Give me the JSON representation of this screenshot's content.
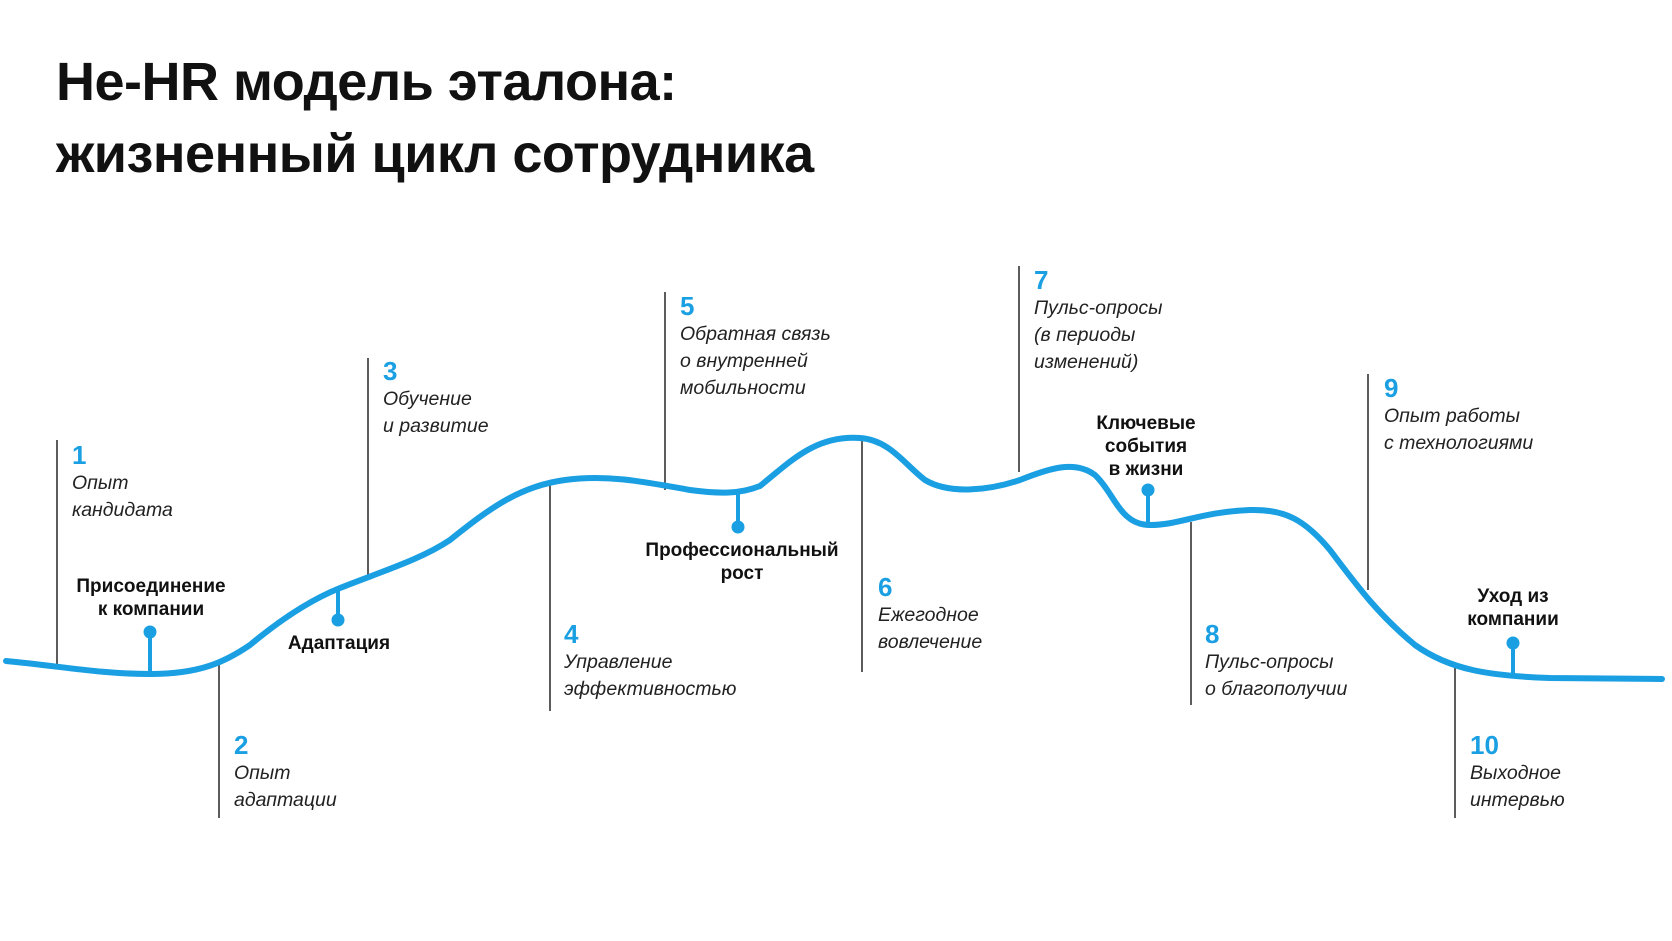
{
  "title": {
    "line1": "Не-HR модель эталона:",
    "line2": "жизненный цикл сотрудника"
  },
  "stages": [
    {
      "number": "1",
      "label": "Опыт\nкандидата"
    },
    {
      "number": "2",
      "label": "Опыт\nадаптации"
    },
    {
      "number": "3",
      "label": "Обучение\nи развитие"
    },
    {
      "number": "4",
      "label": "Управление\nэффективностью"
    },
    {
      "number": "5",
      "label": "Обратная связь\nо внутренней\nмобильности"
    },
    {
      "number": "6",
      "label": "Ежегодное\nвовлечение"
    },
    {
      "number": "7",
      "label": "Пульс-опросы\n(в периоды\nизменений)"
    },
    {
      "number": "8",
      "label": "Пульс-опросы\nо благополучии"
    },
    {
      "number": "9",
      "label": "Опыт работы\nс технологиями"
    },
    {
      "number": "10",
      "label": "Выходное\nинтервью"
    }
  ],
  "milestones": [
    {
      "label": "Присоединение\nк компании"
    },
    {
      "label": "Адаптация"
    },
    {
      "label": "Профессиональный\nрост"
    },
    {
      "label": "Ключевые\nсобытия\nв жизни"
    },
    {
      "label": "Уход из\nкомпании"
    }
  ],
  "colors": {
    "curve": "#1a9fe3",
    "stage_number": "#1a9fe3",
    "divider": "#333333",
    "text": "#111111"
  }
}
